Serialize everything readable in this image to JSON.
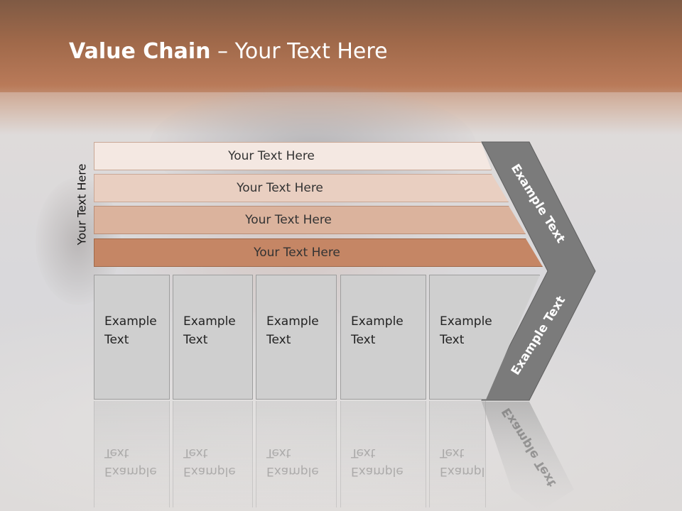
{
  "title": {
    "bold": "Value Chain",
    "rest": " – Your Text Here"
  },
  "side_label": "Your Text Here",
  "bars": [
    {
      "label": "Your Text Here"
    },
    {
      "label": "Your Text Here"
    },
    {
      "label": "Your Text Here"
    },
    {
      "label": "Your Text Here"
    }
  ],
  "chevron": {
    "top_label": "Example Text",
    "bottom_label": "Example Text",
    "color": "#7b7b7b"
  },
  "boxes": [
    {
      "line1": "Example",
      "line2": "Text"
    },
    {
      "line1": "Example",
      "line2": "Text"
    },
    {
      "line1": "Example",
      "line2": "Text"
    },
    {
      "line1": "Example",
      "line2": "Text"
    },
    {
      "line1": "Example",
      "line2": "Text"
    }
  ],
  "colors": {
    "bar_1": "#f4e8e2",
    "bar_2": "#e9cfc1",
    "bar_3": "#dbb39d",
    "bar_4": "#c58665",
    "box_fill": "#cfcfcf",
    "header_band": "#a0694a"
  }
}
